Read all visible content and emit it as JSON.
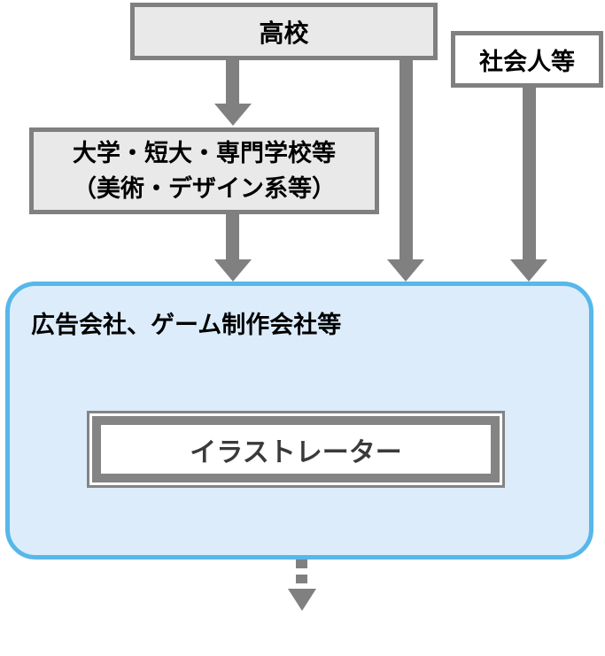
{
  "diagram": {
    "title_implicit": "Career path to becoming an illustrator",
    "nodes": {
      "highschool": {
        "label": "高校"
      },
      "adults": {
        "label": "社会人等"
      },
      "university": {
        "line1": "大学・短大・専門学校等",
        "line2": "（美術・デザイン系等）"
      },
      "companies": {
        "label": "広告会社、ゲーム制作会社等"
      },
      "illustrator": {
        "label": "イラストレーター"
      }
    },
    "edges": [
      {
        "from": "highschool",
        "to": "university",
        "style": "solid-arrow"
      },
      {
        "from": "highschool",
        "to": "companies",
        "style": "solid-arrow"
      },
      {
        "from": "adults",
        "to": "companies",
        "style": "solid-arrow"
      },
      {
        "from": "university",
        "to": "companies",
        "style": "solid-arrow"
      },
      {
        "from": "companies",
        "to": "below",
        "style": "dashed-arrow"
      }
    ],
    "colors": {
      "box_border_gray": "#808080",
      "box_fill_gray": "#e9e9e9",
      "box_fill_white": "#ffffff",
      "arrow_gray": "#808080",
      "container_border_blue": "#57b7ea",
      "container_fill_blue": "#dcecfb",
      "illustrator_frame_gray": "#848484",
      "text_black": "#000000",
      "illustrator_text": "#3a3a3a"
    }
  }
}
